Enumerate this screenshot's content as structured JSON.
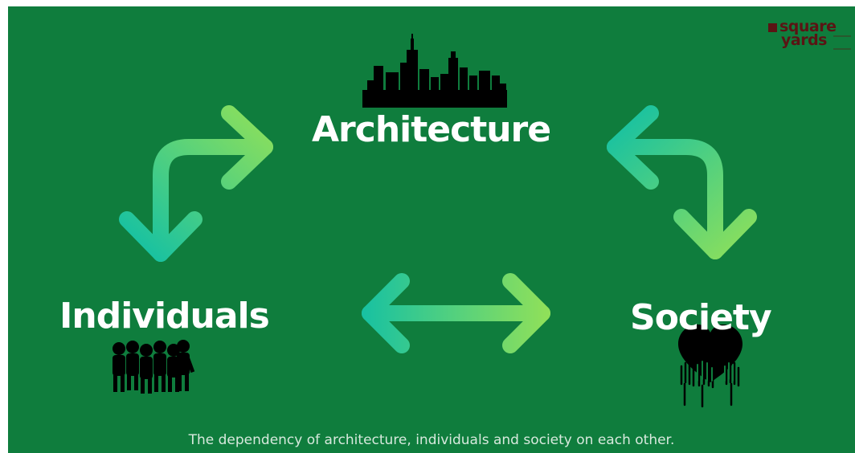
{
  "logo": {
    "line1": "square",
    "line2": "yards"
  },
  "nodes": {
    "architecture": "Architecture",
    "individuals": "Individuals",
    "society": "Society"
  },
  "caption": "The dependency of architecture, individuals and society on each other.",
  "icons": {
    "architecture": "city-skyline-icon",
    "individuals": "group-of-people-icon",
    "society": "hands-and-heart-icon"
  },
  "colors": {
    "background": "#0f7d3d",
    "arrow_start": "#17c1a2",
    "arrow_end": "#8fe05a",
    "logo": "#5a1414",
    "label": "#ffffff"
  }
}
